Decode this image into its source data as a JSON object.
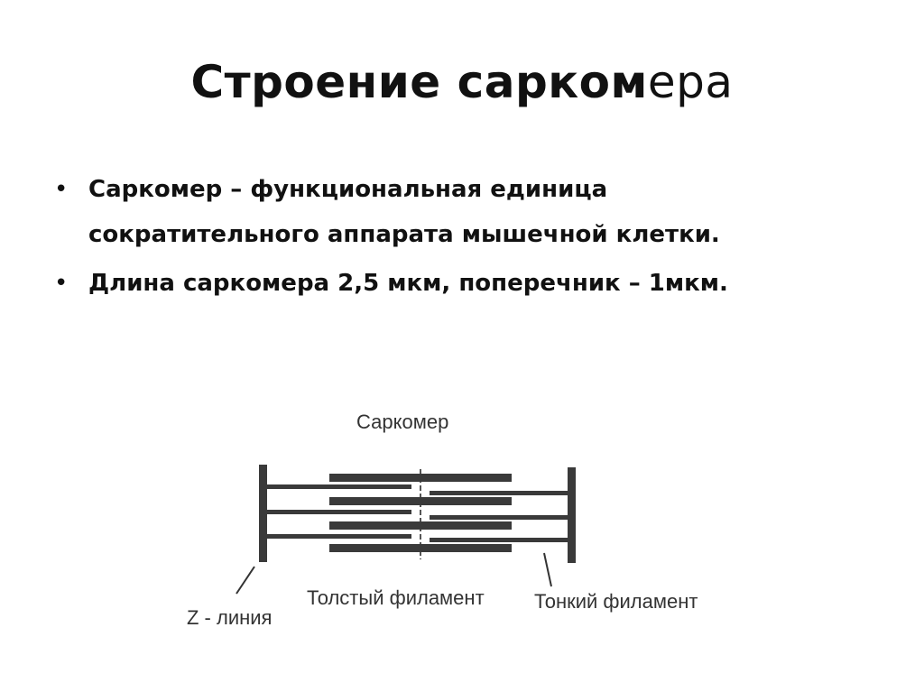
{
  "slide": {
    "title_bold": "Строение сарком",
    "title_normal": "ера"
  },
  "bullets": [
    {
      "marker": "•",
      "line1": "Саркомер – функциональная единица",
      "line2": "сократительного аппарата мышечной клетки."
    },
    {
      "marker": "•",
      "line1": "Длина саркомера 2,5 мкм, поперечник – 1мкм."
    }
  ],
  "diagram": {
    "label_sarcomere": "Саркомер",
    "label_z_line": "Z - линия",
    "label_thick": "Толстый филамент",
    "label_thin": "Тонкий филамент",
    "line_color": "#3a3a3a"
  }
}
